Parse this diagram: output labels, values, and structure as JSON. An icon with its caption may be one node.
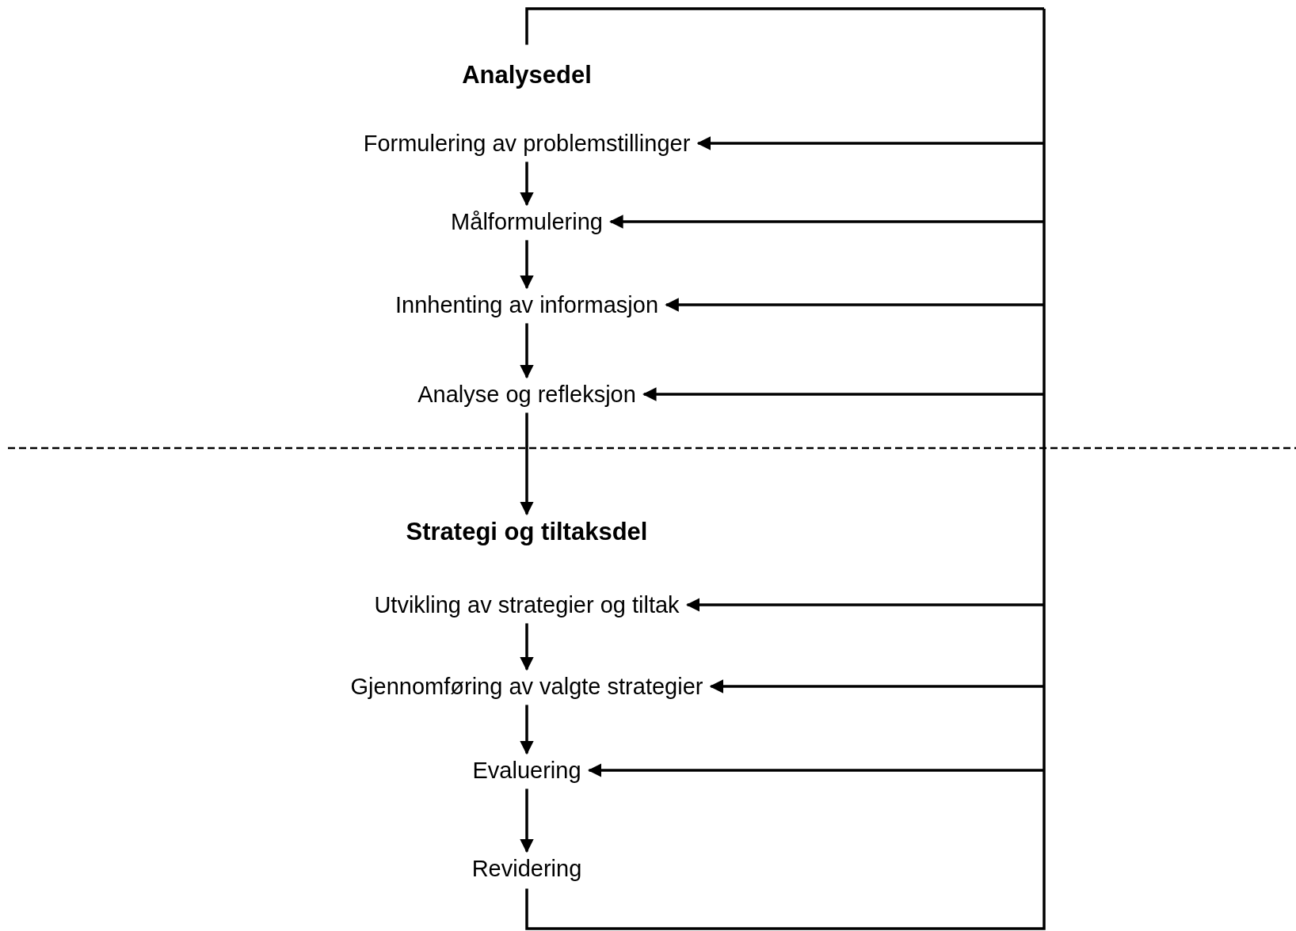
{
  "diagram": {
    "nodes": [
      {
        "text": [
          "Analysedel"
        ]
      },
      {
        "text": [
          "Formulering av problemstillinger"
        ]
      },
      {
        "text": [
          "Målformulering"
        ]
      },
      {
        "text": [
          "Innhenting av informasjon"
        ]
      },
      {
        "text": [
          "Analyse og refleksjon"
        ]
      },
      {
        "text": [
          "Strategi og tiltaksdel"
        ]
      },
      {
        "text": [
          "Utvikling av strategier og tiltak"
        ]
      },
      {
        "text": [
          "Gjennomføring av valgte strategier"
        ]
      },
      {
        "text": [
          "Evaluering"
        ]
      },
      {
        "text": [
          "Revidering"
        ]
      }
    ],
    "edges": [
      {
        "from": 1,
        "to": 2,
        "arrow": "to"
      },
      {
        "from": 2,
        "to": 3,
        "arrow": "to"
      },
      {
        "from": 3,
        "to": 4,
        "arrow": "to"
      },
      {
        "from": 4,
        "to": 5,
        "arrow": "to"
      },
      {
        "from": 6,
        "to": 7,
        "arrow": "to"
      },
      {
        "from": 7,
        "to": 8,
        "arrow": "to"
      },
      {
        "from": 8,
        "to": 9,
        "arrow": "to"
      },
      {
        "from": 9,
        "to": 0,
        "arrow": "none"
      },
      {
        "from": 9,
        "to": 1,
        "arrow": "to"
      },
      {
        "from": 9,
        "to": 2,
        "arrow": "to"
      },
      {
        "from": 9,
        "to": 3,
        "arrow": "to"
      },
      {
        "from": 9,
        "to": 4,
        "arrow": "to"
      },
      {
        "from": 9,
        "to": 6,
        "arrow": "to"
      },
      {
        "from": 9,
        "to": 7,
        "arrow": "to"
      },
      {
        "from": 9,
        "to": 8,
        "arrow": "to"
      }
    ]
  }
}
